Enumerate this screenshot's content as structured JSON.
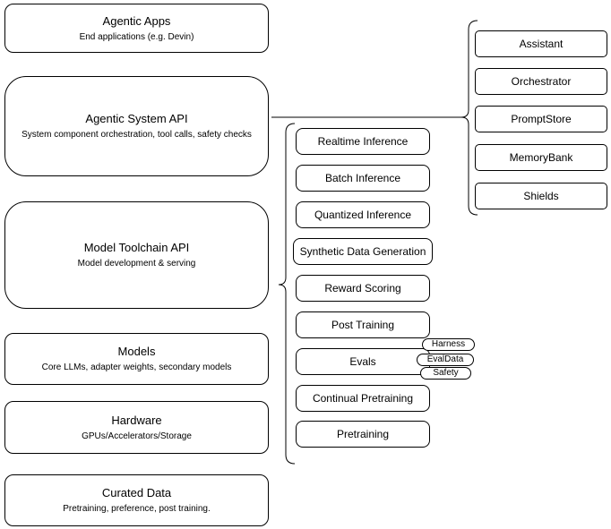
{
  "diagram": {
    "left_column": [
      {
        "title": "Agentic Apps",
        "subtitle": "End applications (e.g. Devin)"
      },
      {
        "title": "Agentic System API",
        "subtitle": "System component orchestration, tool calls, safety checks"
      },
      {
        "title": "Model Toolchain API",
        "subtitle": "Model development & serving"
      },
      {
        "title": "Models",
        "subtitle": "Core LLMs, adapter weights, secondary models"
      },
      {
        "title": "Hardware",
        "subtitle": "GPUs/Accelerators/Storage"
      },
      {
        "title": "Curated Data",
        "subtitle": "Pretraining, preference, post training."
      }
    ],
    "toolchain_items": [
      "Realtime Inference",
      "Batch Inference",
      "Quantized Inference",
      "Synthetic Data Generation",
      "Reward Scoring",
      "Post Training",
      "Evals",
      "Continual Pretraining",
      "Pretraining"
    ],
    "evals_tags": [
      "Harness",
      "EvalData",
      "Safety"
    ],
    "system_components": [
      "Assistant",
      "Orchestrator",
      "PromptStore",
      "MemoryBank",
      "Shields"
    ],
    "colors": {
      "stroke": "#000000",
      "fill": "#ffffff",
      "text": "#000000",
      "background": "#ffffff"
    }
  }
}
